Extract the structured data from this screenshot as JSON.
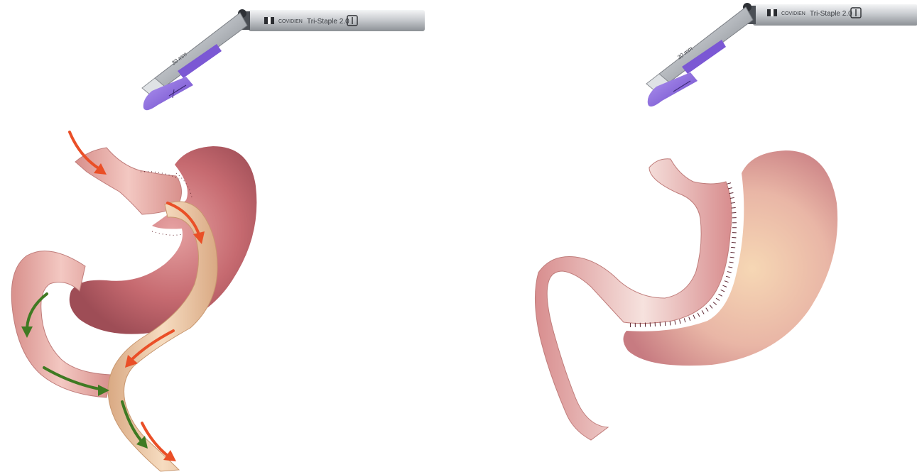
{
  "stapler": {
    "brand": "COVIDIEN",
    "product": "Tri-Staple 2.0",
    "size_label": "30 mm"
  },
  "colors": {
    "stomach": "#c66a70",
    "stomach_dark": "#9e4d56",
    "intestine": "#e9b1ac",
    "bypass_limb": "#edc9a1",
    "flow_arrow_food": "#ea4f27",
    "flow_arrow_digestive": "#3f7a22",
    "cartridge_purple": "#8f6de0",
    "shaft_silver": "#c9ccd0"
  }
}
